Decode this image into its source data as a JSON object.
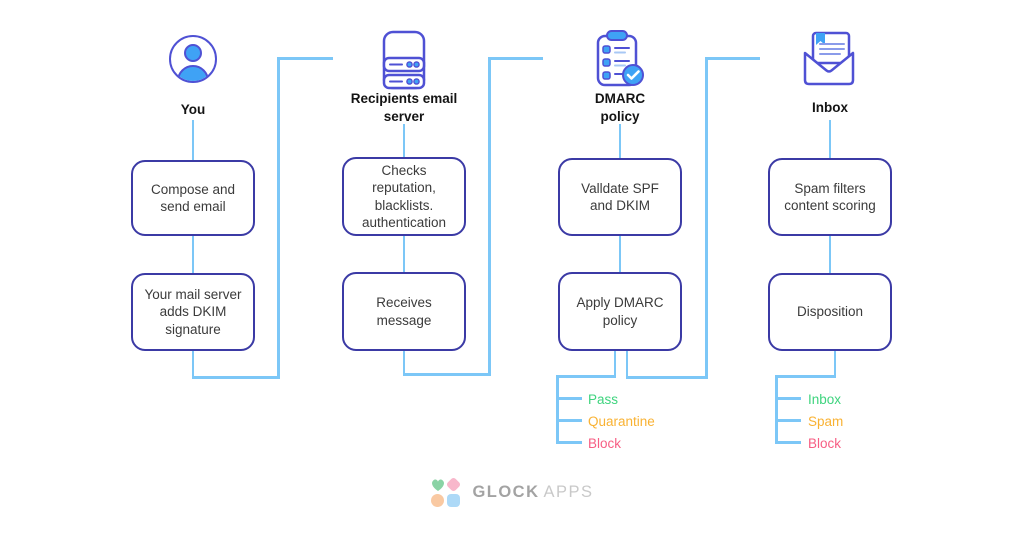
{
  "diagram": {
    "columns": [
      {
        "label": "You",
        "icon": "user-icon",
        "boxes": [
          "Compose and send email",
          "Your mail server adds DKIM signature"
        ]
      },
      {
        "label": "Recipients email server",
        "icon": "server-icon",
        "boxes": [
          "Checks reputation, blacklists. authentication",
          "Receives message"
        ]
      },
      {
        "label": "DMARC policy",
        "icon": "clipboard-check-icon",
        "boxes": [
          "Valldate SPF and DKIM",
          "Apply DMARC policy"
        ]
      },
      {
        "label": "Inbox",
        "icon": "inbox-icon",
        "boxes": [
          "Spam filters content scoring",
          "Disposition"
        ]
      }
    ],
    "branches": {
      "dmarc": [
        {
          "label": "Pass",
          "color": "#3ed47e"
        },
        {
          "label": "Quarantine",
          "color": "#f9b233"
        },
        {
          "label": "Block",
          "color": "#f75f84"
        }
      ],
      "inbox": [
        {
          "label": "Inbox",
          "color": "#3ed47e"
        },
        {
          "label": "Spam",
          "color": "#f9b233"
        },
        {
          "label": "Block",
          "color": "#f75f84"
        }
      ]
    },
    "colors": {
      "connector": "#7cc7f7",
      "box_border": "#3b3aa5",
      "icon_stroke": "#4f51d4",
      "icon_fill": "#3fa2f5"
    }
  },
  "footer": {
    "brand_primary": "GLOCK",
    "brand_secondary": "APPS"
  }
}
